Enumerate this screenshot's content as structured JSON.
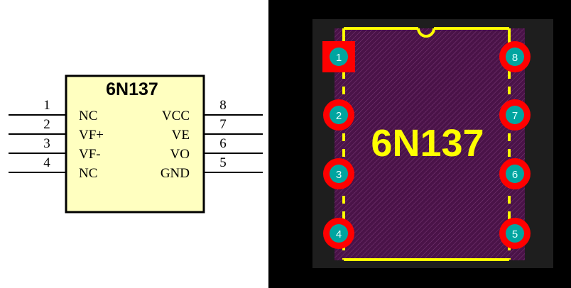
{
  "schematic": {
    "part_name": "6N137",
    "body_color": "#FFFFC0",
    "pins_left": [
      {
        "number": "1",
        "name": "NC"
      },
      {
        "number": "2",
        "name": "VF+"
      },
      {
        "number": "3",
        "name": "VF-"
      },
      {
        "number": "4",
        "name": "NC"
      }
    ],
    "pins_right": [
      {
        "number": "8",
        "name": "VCC"
      },
      {
        "number": "7",
        "name": "VE"
      },
      {
        "number": "6",
        "name": "VO"
      },
      {
        "number": "5",
        "name": "GND"
      }
    ]
  },
  "pcb": {
    "part_name": "6N137",
    "background_color": "#000000",
    "board_color": "#1E1E1E",
    "body_color": "#4A1348",
    "silkscreen_color": "#FFFF00",
    "pad_color": "#FF0000",
    "hole_color": "#00A5A0",
    "pad_labels_left": [
      "1",
      "2",
      "3",
      "4"
    ],
    "pad_labels_right": [
      "8",
      "7",
      "6",
      "5"
    ]
  }
}
